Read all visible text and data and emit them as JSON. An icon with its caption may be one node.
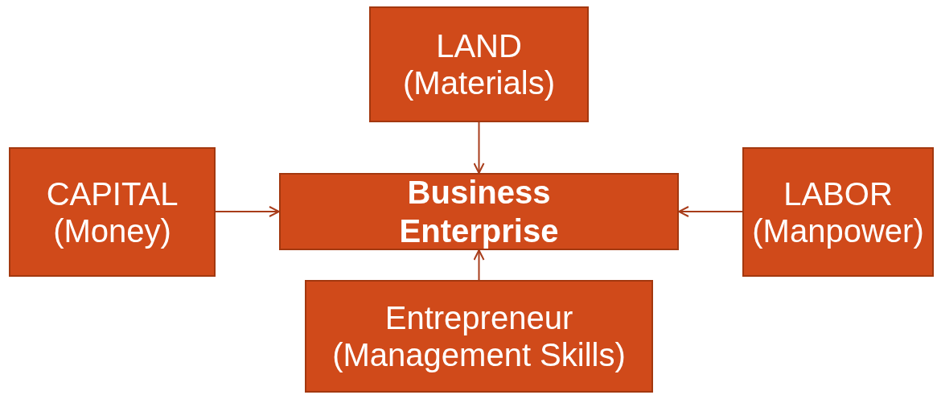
{
  "diagram": {
    "nodes": [
      {
        "text": [
          "LAND (Materials)"
        ]
      },
      {
        "text": [
          "CAPITAL (Money)"
        ]
      },
      {
        "text": [
          "Business Enterprise"
        ]
      },
      {
        "text": [
          "LABOR (Manpower)"
        ]
      },
      {
        "text": [
          "Entrepreneur (Management Skills)"
        ]
      }
    ],
    "edges": [
      {
        "from": 0,
        "to": 2,
        "arrow": "to"
      },
      {
        "from": 1,
        "to": 2,
        "arrow": "to"
      },
      {
        "from": 3,
        "to": 2,
        "arrow": "to"
      },
      {
        "from": 4,
        "to": 2,
        "arrow": "to"
      }
    ]
  }
}
